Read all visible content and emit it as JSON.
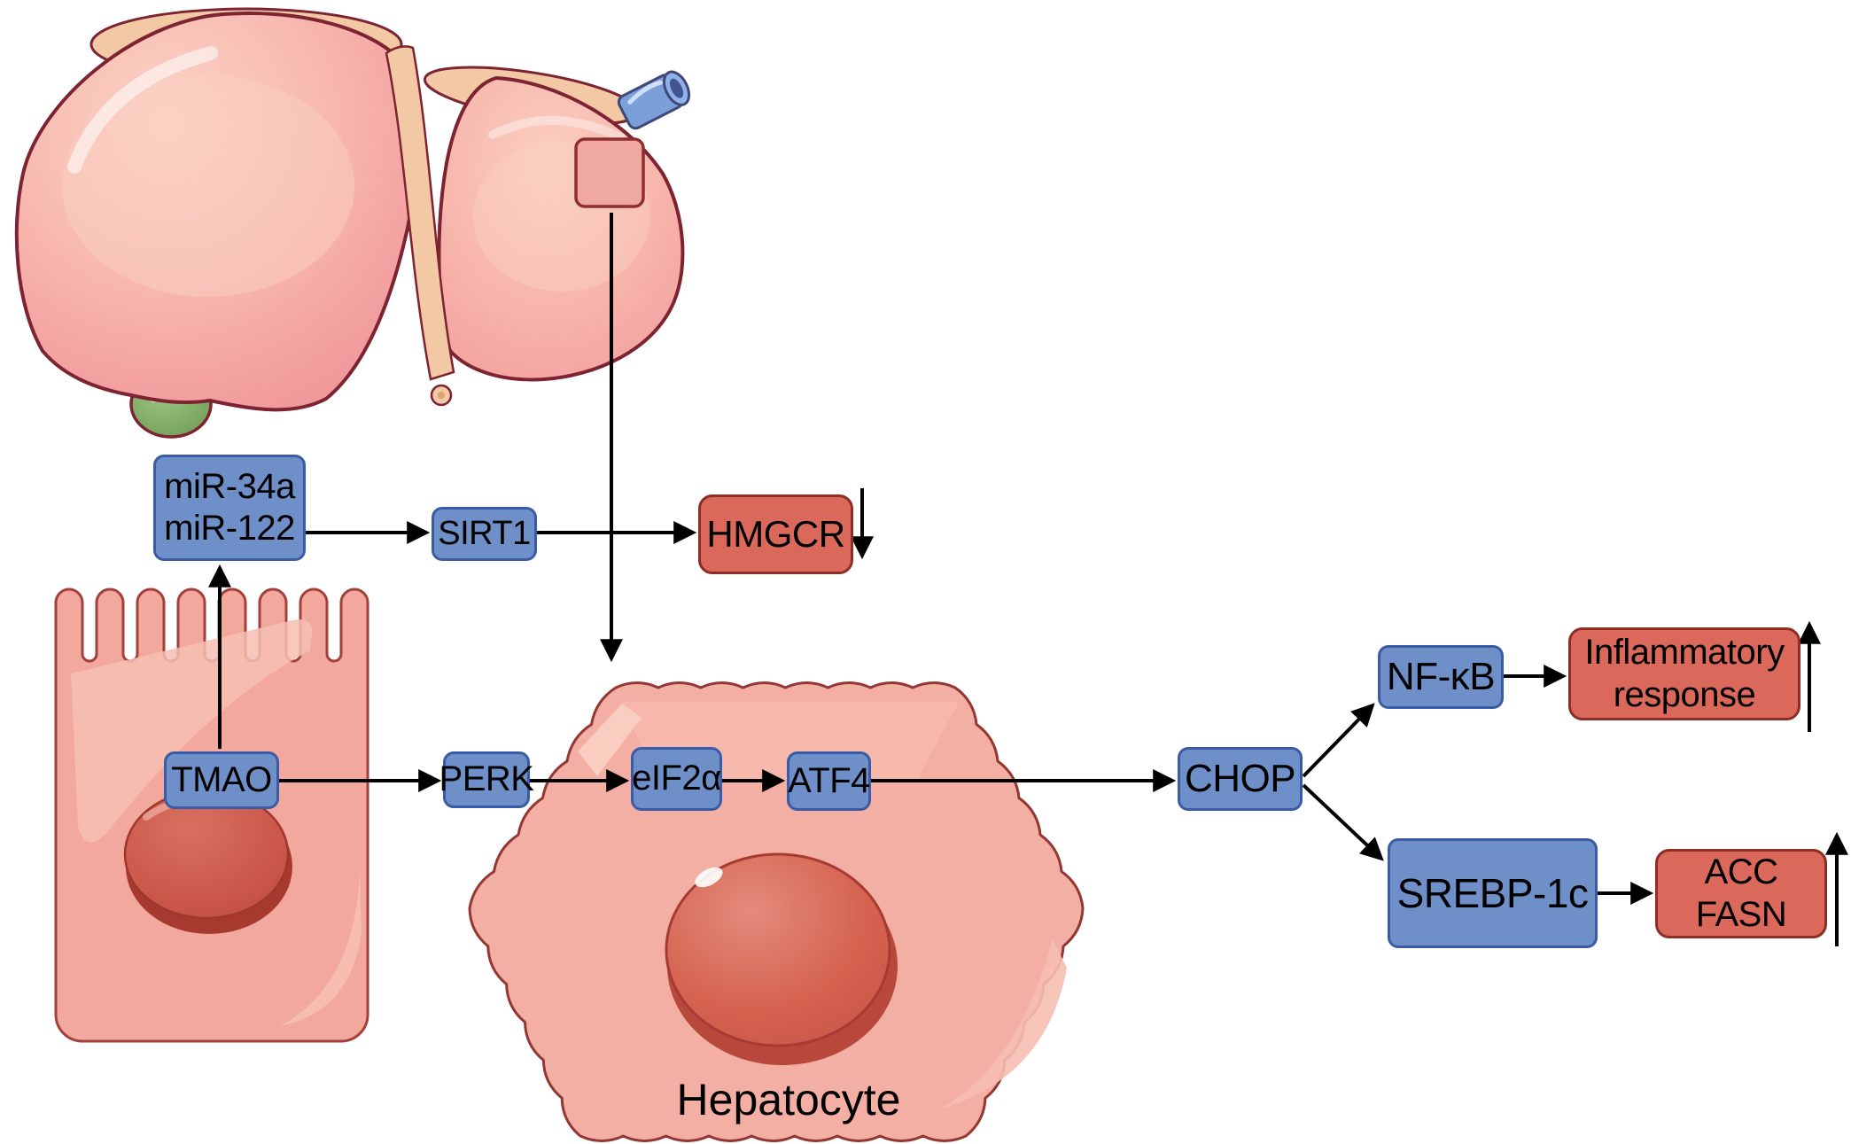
{
  "figure": {
    "nodes": {
      "mir": {
        "lines": [
          "miR-34a",
          "miR-122"
        ]
      },
      "sirt1": {
        "label": "SIRT1"
      },
      "tmao": {
        "label": "TMAO"
      },
      "perk": {
        "label": "PERK"
      },
      "eif2a": {
        "label": "eIF2α"
      },
      "atf4": {
        "label": "ATF4"
      },
      "chop": {
        "label": "CHOP"
      },
      "nfkb": {
        "label": "NF-κB"
      },
      "srebp1c": {
        "label": "SREBP-1c"
      },
      "hmgcr": {
        "label": "HMGCR",
        "trend": "decrease"
      },
      "inflammatory": {
        "lines": [
          "Inflammatory",
          "response"
        ],
        "trend": "increase"
      },
      "acc_fasn": {
        "lines": [
          "ACC",
          "FASN"
        ],
        "trend": "increase"
      }
    },
    "labels": {
      "hepatocyte": "Hepatocyte"
    },
    "illustrations": [
      "liver",
      "gallbladder",
      "hepatic-vessel",
      "zoom-callout-box",
      "intestinal-epithelial-cell",
      "intestinal-cell-nucleus",
      "hepatocyte-cell",
      "hepatocyte-nucleus"
    ],
    "colors": {
      "process_box_fill": "#6E8FC8",
      "process_box_border": "#3A5BA5",
      "outcome_box_fill": "#DA685B",
      "outcome_box_border": "#8C2D26",
      "arrow": "#000000",
      "intestinal_cell_fill": "#F2A89D",
      "intestinal_cell_border": "#A3403C",
      "hepatocyte_fill": "#F3AFA3",
      "hepatocyte_border": "#943733",
      "nucleus_fill": "#CE574B",
      "liver_fill": "#F5A2A0",
      "liver_outline": "#7D2332",
      "ligament_fill": "#F2C9A4",
      "gallbladder_fill": "#7FAF63",
      "vessel_fill": "#7B9FD9"
    }
  }
}
